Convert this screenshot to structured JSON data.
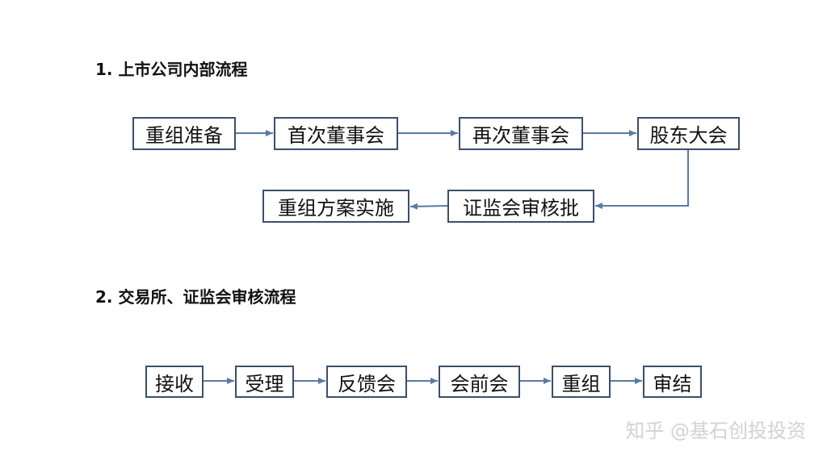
{
  "section1": {
    "title": "1. 上市公司内部流程",
    "nodes": [
      "重组准备",
      "首次董事会",
      "再次董事会",
      "股东大会",
      "证监会审核批",
      "重组方案实施"
    ]
  },
  "section2": {
    "title": "2. 交易所、证监会审核流程",
    "nodes": [
      "接收",
      "受理",
      "反馈会",
      "会前会",
      "重组",
      "审结"
    ]
  },
  "watermark": "知乎 @基石创投投资",
  "colors": {
    "box_border": "#3b4f6b",
    "arrow": "#5a7aa6",
    "watermark": "#d2d2d2"
  }
}
